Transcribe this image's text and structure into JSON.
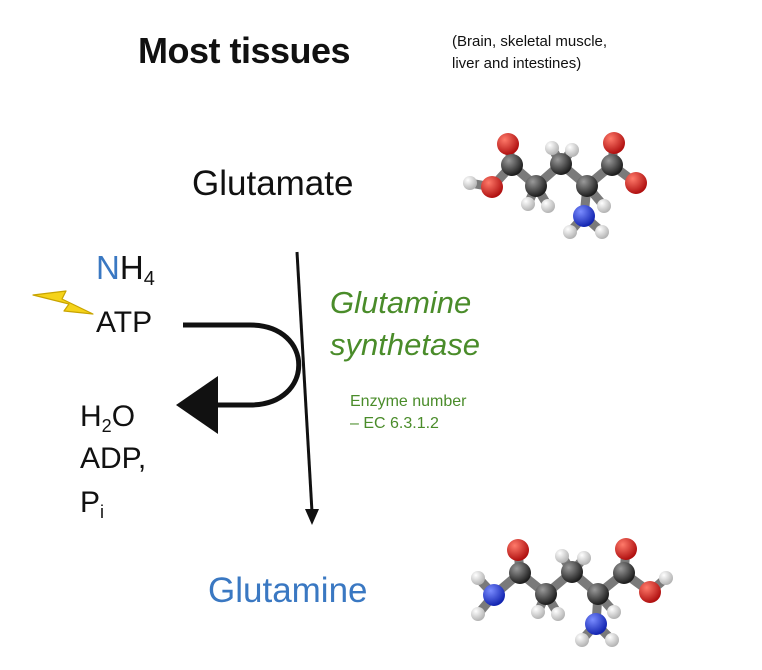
{
  "title": "Most tissues",
  "subtitle": [
    "(Brain, skeletal muscle,",
    "liver and intestines)"
  ],
  "substrate": "Glutamate",
  "product": "Glutamine",
  "inputs": {
    "nh4_n": "N",
    "nh4_h": "H",
    "nh4_sub": "4",
    "atp": "ATP"
  },
  "outputs": {
    "h2o_h": "H",
    "h2o_sub": "2",
    "h2o_o": "O",
    "adp": "ADP,",
    "pi_p": "P",
    "pi_sub": "i"
  },
  "enzyme": {
    "name_line1": "Glutamine",
    "name_line2": "synthetase",
    "number_line1": "Enzyme number",
    "number_line2": "– EC 6.3.1.2"
  },
  "colors": {
    "product": "#3a78c2",
    "nitrogen": "#3a78c2",
    "enzyme": "#4a8c2a",
    "text": "#111111",
    "lightning": "#f5d31a"
  },
  "icons": {
    "energy": "lightning-bolt-icon",
    "substrate_model": "glutamate-ball-and-stick-model",
    "product_model": "glutamine-ball-and-stick-model"
  }
}
